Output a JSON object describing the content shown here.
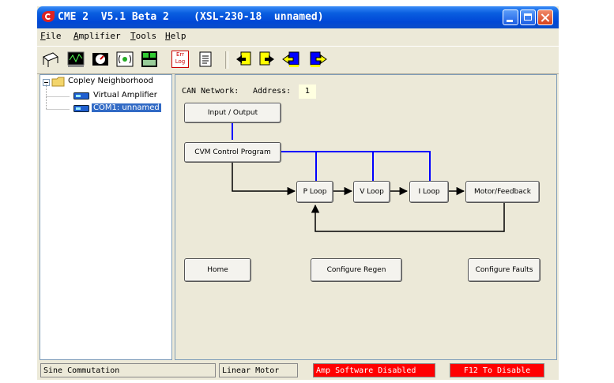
{
  "window": {
    "title": "CME 2  V5.1 Beta 2    (XSL-230-18  unnamed)"
  },
  "menu": [
    "File",
    "Amplifier",
    "Tools",
    "Help"
  ],
  "toolbar": {
    "icons": [
      "amplifier-icon",
      "scope-icon",
      "motor-icon",
      "io-icon",
      "control-panel-icon",
      "error-log-icon",
      "notes-icon",
      "save-to-disk-icon",
      "restore-from-disk-icon",
      "save-to-flash-icon",
      "restore-from-flash-icon"
    ],
    "error_log_text": "Err Log"
  },
  "tree": {
    "root": "Copley Neighborhood",
    "items": [
      "Virtual Amplifier",
      "COM1: unnamed"
    ]
  },
  "canvas": {
    "network_label": "CAN Network:",
    "address_label": "Address:",
    "address_value": "1",
    "buttons": {
      "io": "Input / Output",
      "cvm": "CVM Control Program",
      "ploop": "P Loop",
      "vloop": "V Loop",
      "iloop": "I Loop",
      "motor": "Motor/Feedback",
      "home": "Home",
      "regen": "Configure Regen",
      "faults": "Configure Faults"
    },
    "colors": {
      "wire_black": "#000000",
      "wire_blue": "#0000ff"
    }
  },
  "status": {
    "commutation": "Sine Commutation",
    "motor": "Linear Motor",
    "amp_state": "Amp Software Disabled",
    "hotkey": "F12 To Disable",
    "alert_color": "#ff0000"
  }
}
